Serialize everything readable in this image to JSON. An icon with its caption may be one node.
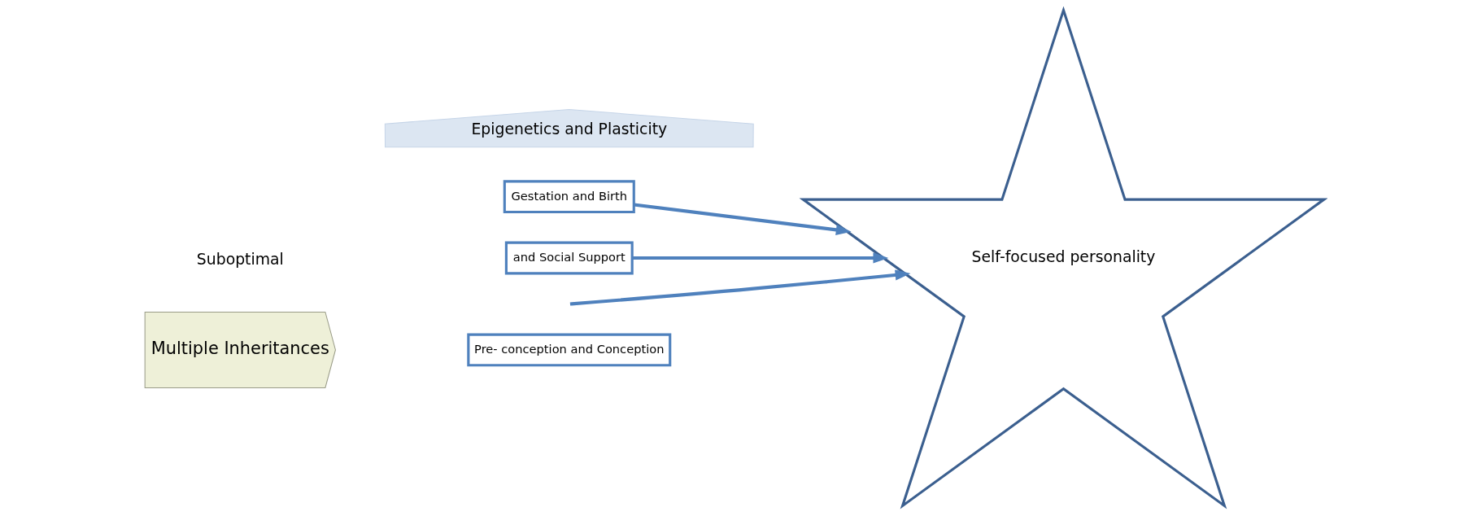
{
  "diagram": {
    "nodes": [
      {
        "text": [
          "Multiple Inheritances"
        ]
      },
      {
        "text": [
          "Pre- conception and Conception"
        ]
      },
      {
        "text": [
          "Gestation and Birth"
        ]
      },
      {
        "text": [
          "and Social Support"
        ]
      },
      {
        "text": [
          "Self-focused personality"
        ]
      },
      {
        "text": [
          "Epigenetics and Plasticity"
        ]
      }
    ],
    "edges": [
      {
        "from": null,
        "to": 4,
        "arrow": "to"
      },
      {
        "from": 3,
        "to": 4,
        "arrow": "to"
      },
      {
        "from": 2,
        "to": 4,
        "arrow": "to"
      }
    ],
    "labels": [
      "Suboptimal"
    ]
  }
}
